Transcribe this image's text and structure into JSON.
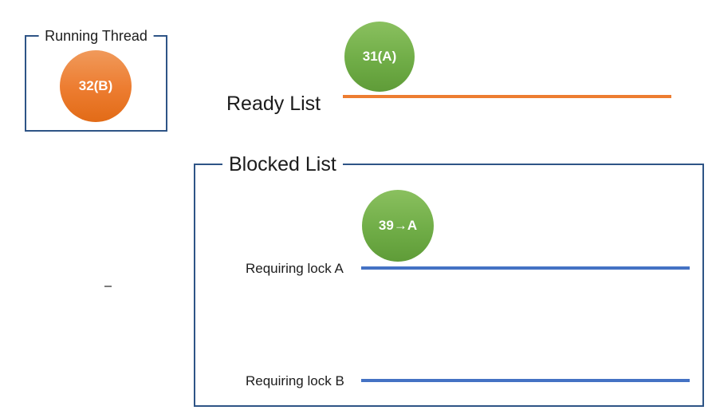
{
  "colors": {
    "box_border": "#2E5486",
    "orange_line": "#ED7D31",
    "blue_line": "#4472C4",
    "orange_circle": "#ED7D31",
    "green_circle": "#70AD47",
    "text": "#1c1c1c"
  },
  "running_thread": {
    "title": "Running Thread",
    "thread": {
      "label": "32(B)"
    }
  },
  "ready_list": {
    "title": "Ready List",
    "thread": {
      "label": "31(A)"
    }
  },
  "blocked_list": {
    "title": "Blocked List",
    "thread": {
      "label": "39→A"
    },
    "lanes": [
      {
        "label": "Requiring lock A"
      },
      {
        "label": "Requiring lock B"
      }
    ]
  },
  "stray_dash": ""
}
